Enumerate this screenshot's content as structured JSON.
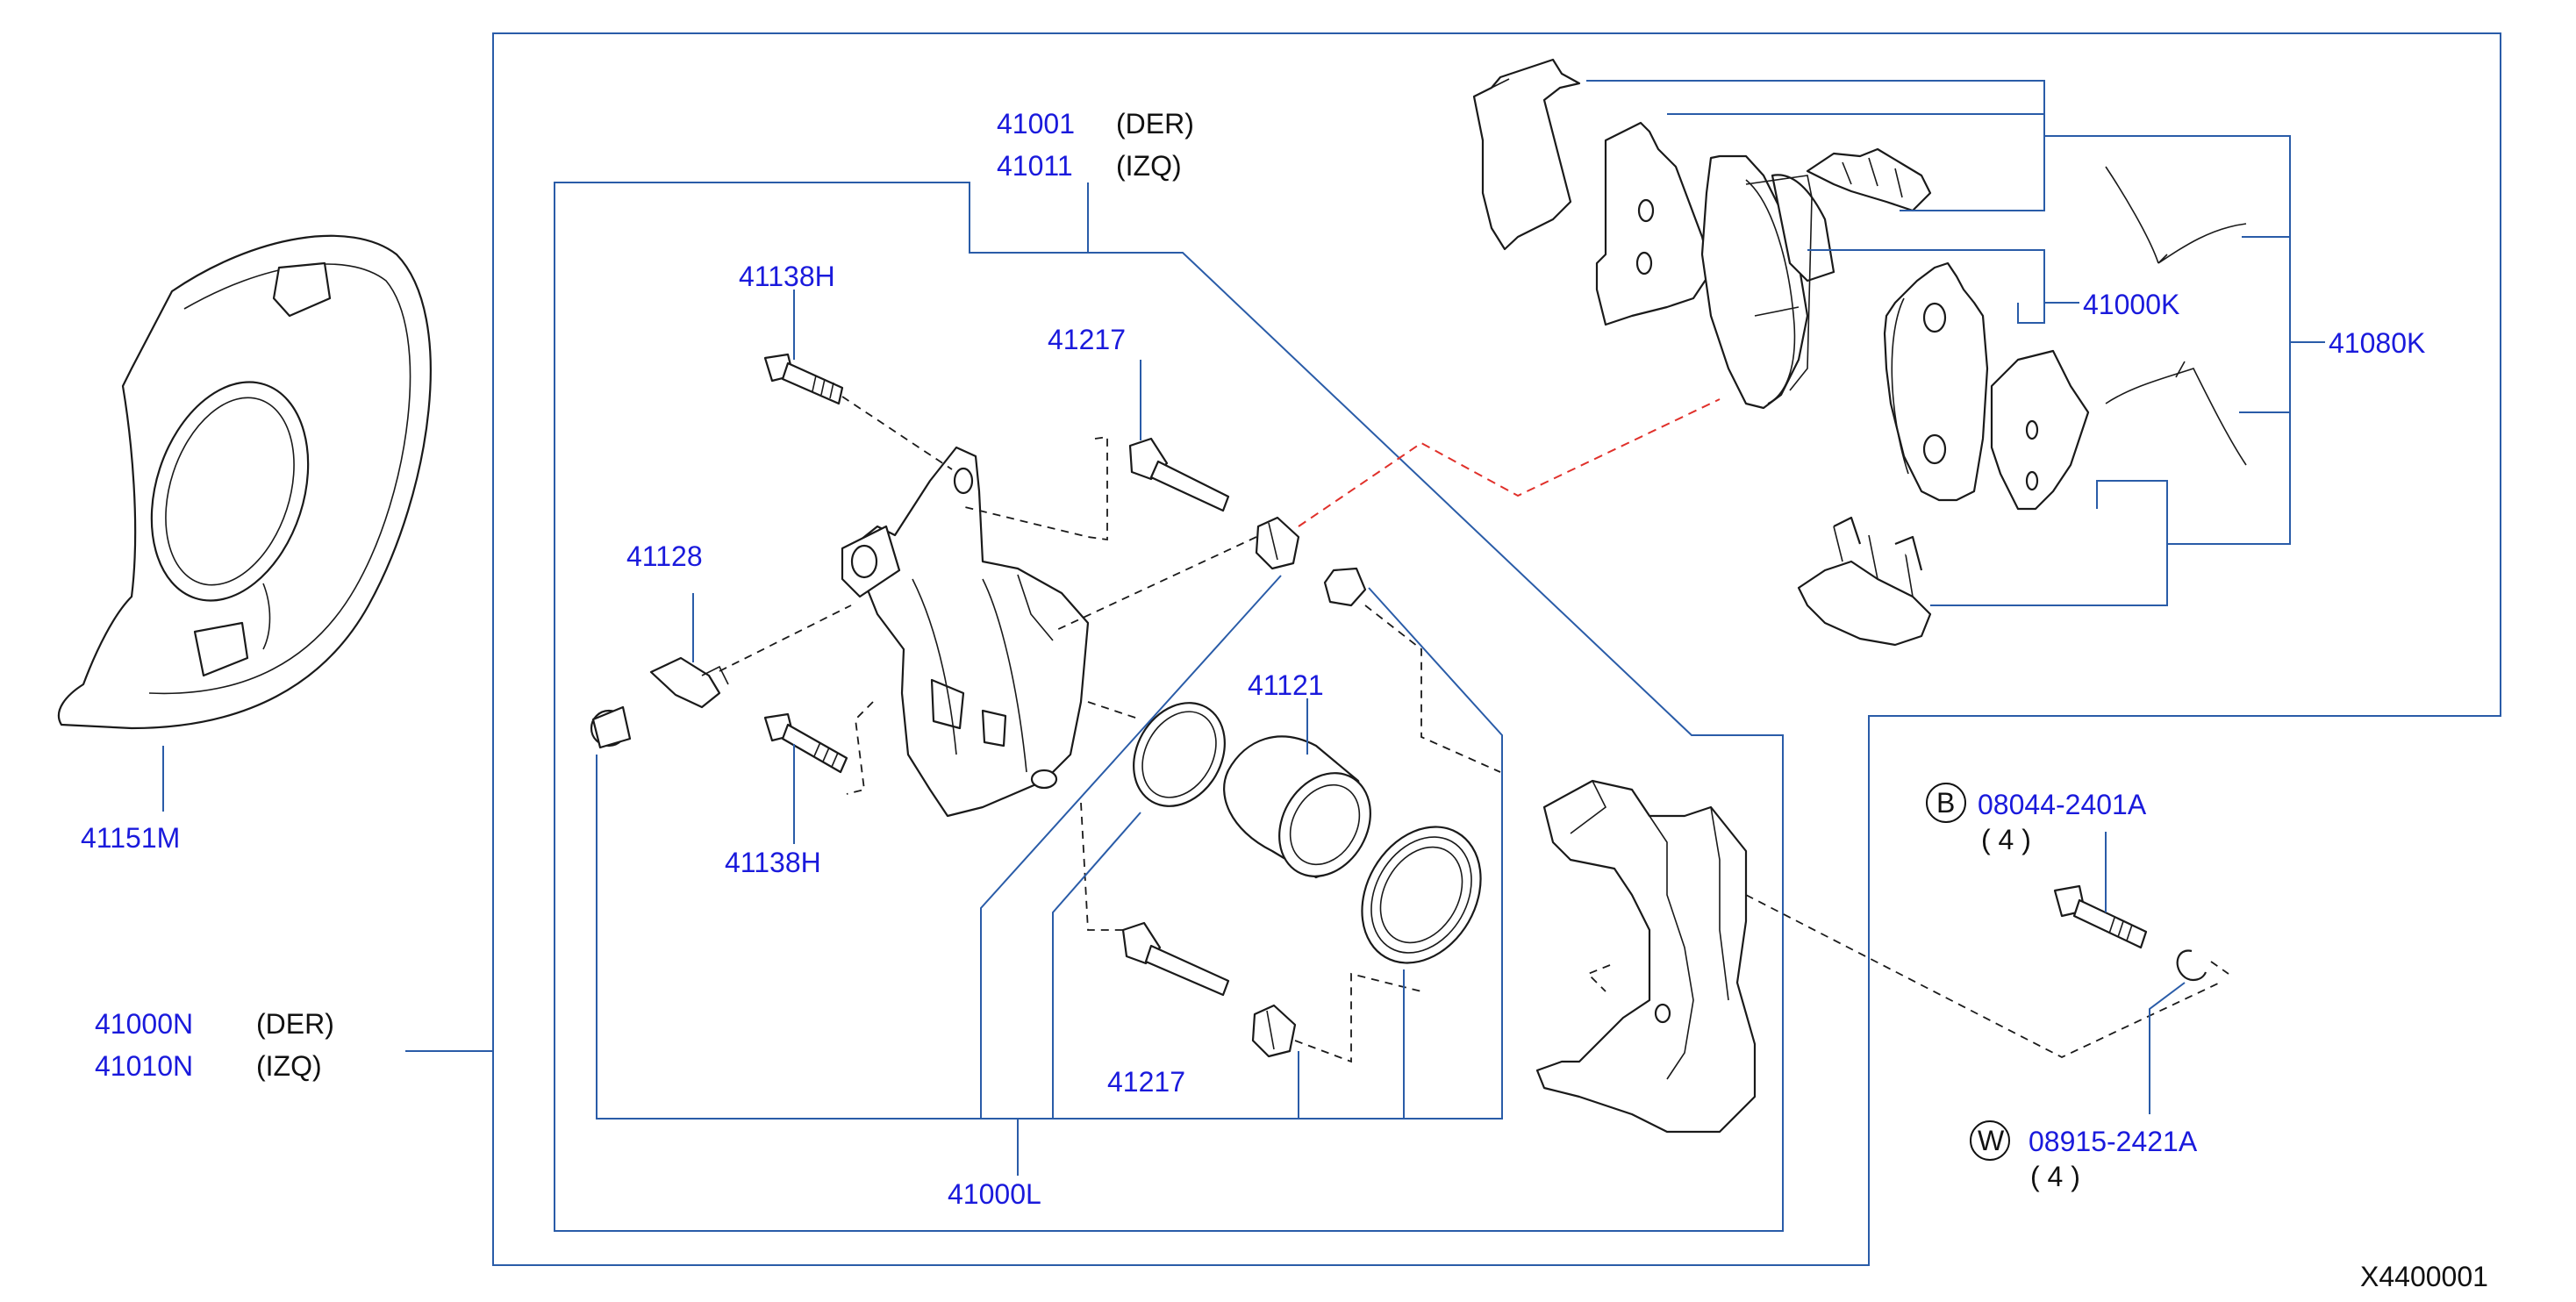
{
  "parts": {
    "p41001": "41001",
    "p41001_side": "(DER)",
    "p41011": "41011",
    "p41011_side": "(IZQ)",
    "p41138H_top": "41138H",
    "p41217_top": "41217",
    "p41128": "41128",
    "p41121": "41121",
    "p41138H_bottom": "41138H",
    "p41217_bottom": "41217",
    "p41000L": "41000L",
    "p41151M": "41151M",
    "p41000N": "41000N",
    "p41000N_side": "(DER)",
    "p41010N": "41010N",
    "p41010N_side": "(IZQ)",
    "p41000K": "41000K",
    "p41080K": "41080K",
    "bolt_marker": "B",
    "bolt_pn": "08044-2401A",
    "bolt_qty": "( 4 )",
    "washer_marker": "W",
    "washer_pn": "08915-2421A",
    "washer_qty": "( 4 )"
  },
  "diagram_id": "X4400001",
  "colors": {
    "part_number": "#1a1adc",
    "leader": "#2a5ca8",
    "outline": "#1a1a1a",
    "pad_link": "#e0302a"
  }
}
